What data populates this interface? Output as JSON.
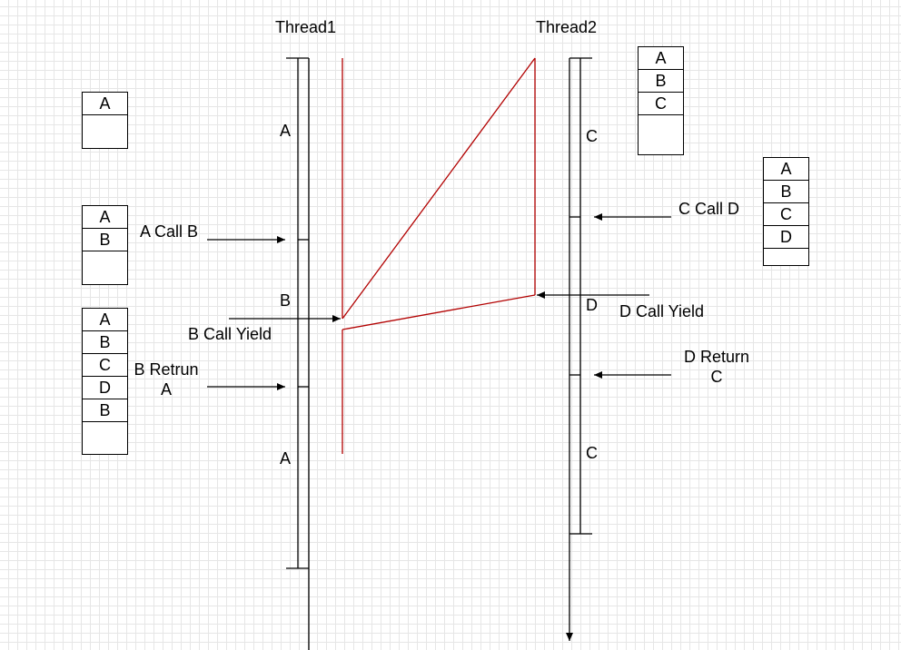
{
  "threads": [
    {
      "id": "t1",
      "label": "Thread1"
    },
    {
      "id": "t2",
      "label": "Thread2"
    }
  ],
  "segments": {
    "t1_a1": "A",
    "t1_b": "B",
    "t1_a2": "A",
    "t2_c1": "C",
    "t2_d": "D",
    "t2_c2": "C"
  },
  "events": {
    "a_call_b": "A Call B",
    "b_call_yield": "B Call Yield",
    "b_return_a_line1": "B Retrun",
    "b_return_a_line2": "A",
    "c_call_d": "C Call D",
    "d_call_yield": "D Call Yield",
    "d_return_c_line1": "D Return",
    "d_return_c_line2": "C"
  },
  "stacks": {
    "s1": [
      "A"
    ],
    "s2": [
      "A",
      "B"
    ],
    "s3": [
      "A",
      "B",
      "C",
      "D",
      "B"
    ],
    "s4": [
      "A",
      "B",
      "C"
    ],
    "s5": [
      "A",
      "B",
      "C",
      "D"
    ]
  },
  "colors": {
    "line": "#000000",
    "switch": "#b20000"
  }
}
